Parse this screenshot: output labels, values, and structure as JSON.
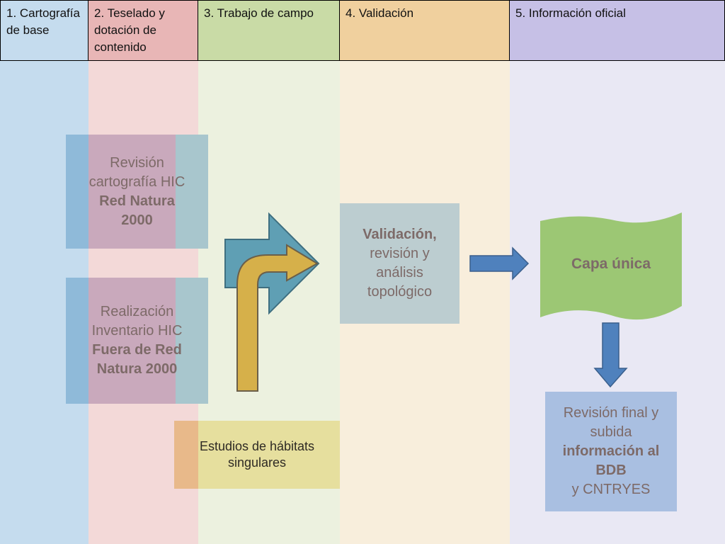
{
  "lanes": [
    {
      "header": "1. Cartografía de base",
      "header_color": "#c5dcee",
      "body_color": "#c5dcee"
    },
    {
      "header": "2. Teselado y dotación de contenido",
      "header_color": "#e8b6b6",
      "body_color": "#f3d9d8"
    },
    {
      "header": "3. Trabajo de campo",
      "header_color": "#c9dba6",
      "body_color": "#ecf1df"
    },
    {
      "header": "4. Validación",
      "header_color": "#f0d09e",
      "body_color": "#f8eedc"
    },
    {
      "header": "5. Información oficial",
      "header_color": "#c6c0e6",
      "body_color": "#e9e8f4"
    }
  ],
  "nodes": {
    "revision_hic": {
      "line1": "Revisión cartografía HIC",
      "line2": "Red Natura 2000"
    },
    "inventario_hic": {
      "line1": "Realización Inventario HIC",
      "line2": "Fuera de Red Natura 2000"
    },
    "estudios": {
      "text": "Estudios de hábitats singulares"
    },
    "validacion": {
      "line1": "Validación,",
      "line2": "revisión y análisis topológico"
    },
    "capa_unica": {
      "text": "Capa única"
    },
    "revision_final": {
      "line1": "Revisión final y subida",
      "line2": "información al BDB",
      "line3": "y CNTRYES"
    }
  },
  "colors": {
    "blue_box": "#8fbad9",
    "pink_box": "#d3a8b3",
    "teal_arrow": "#5f9fb4",
    "gold_arrow": "#d6b04a",
    "gray_box": "#bccdd0",
    "green_doc": "#9cc774",
    "blue_arrow": "#4f81bd",
    "final_box": "#a9bfe1",
    "orange_box": "#e8b98a",
    "text_muted": "#7d6a68"
  }
}
